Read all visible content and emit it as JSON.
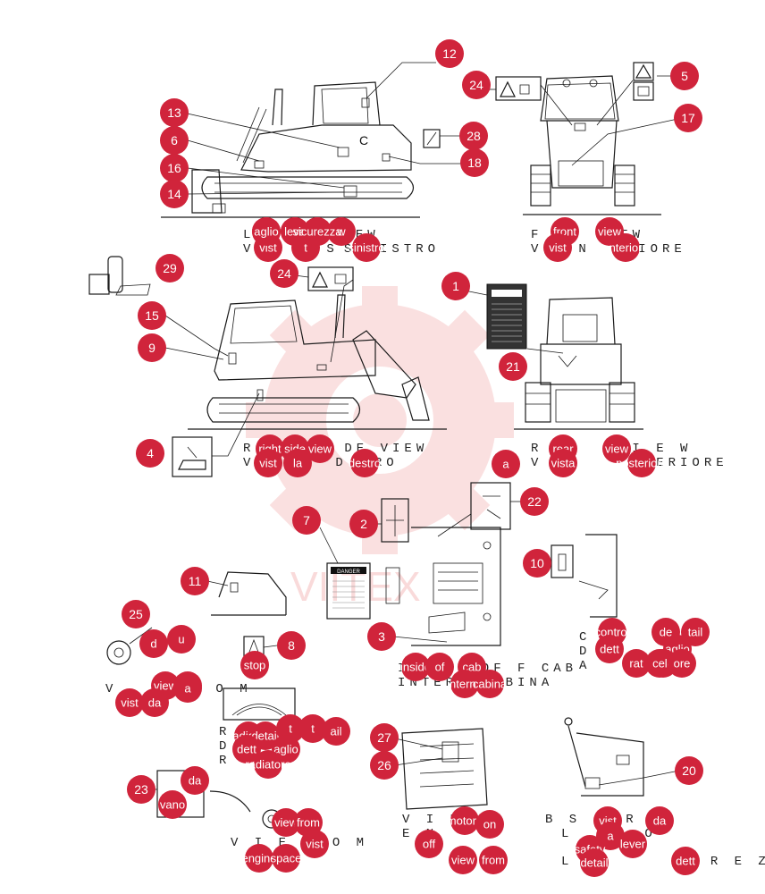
{
  "watermark": {
    "text": "VIITEX",
    "color": "#e85a5a"
  },
  "accent_color": "#d0243b",
  "captions": {
    "left_view": [
      "L",
      "T",
      "DE VIEW"
    ],
    "left_view_it": [
      "V",
      "S",
      "SINISTRO"
    ],
    "front_view": [
      "F",
      "VIEW"
    ],
    "front_view_it": [
      "V",
      "N",
      "RIORE"
    ],
    "right_view": [
      "R",
      "DE VIEW"
    ],
    "right_view_it": [
      "V",
      "D",
      "RO"
    ],
    "rear_view": [
      "R",
      "I E W"
    ],
    "rear_view_it": [
      "V",
      "STERIORE"
    ],
    "cab": "INSIDE OF F CAB",
    "cab_it": "INTERN CABINA",
    "controls": [
      "C",
      "O",
      "D",
      "A"
    ],
    "view_from_1": [
      "V",
      "O M"
    ],
    "radiator": [
      "R",
      "D",
      "R",
      "O"
    ],
    "view_from_2": [
      "V I E W",
      "O M"
    ],
    "engine": [
      "E N",
      "P"
    ],
    "levers": [
      "B S",
      "R",
      "L",
      "O",
      "L",
      "I",
      "R E Z Z"
    ]
  },
  "callouts": [
    "12",
    "24",
    "5",
    "13",
    "6",
    "28",
    "16",
    "18",
    "14",
    "17",
    "29",
    "24",
    "1",
    "15",
    "9",
    "21",
    "4",
    "7",
    "2",
    "22",
    "11",
    "10",
    "3",
    "25",
    "8",
    "27",
    "26",
    "20",
    "23"
  ],
  "overlay_labels": [
    "left",
    "side",
    "vie",
    "w",
    "vist",
    "t",
    "sinistro",
    "front",
    "view",
    "vist",
    "anteriore",
    "right",
    "side",
    "view",
    "vist",
    "la",
    "destro",
    "rear",
    "view",
    "vista",
    "posteriore",
    "a",
    "inside",
    "of",
    "cab",
    "interno",
    "cabina",
    "control",
    "de",
    "tail",
    "dett",
    "aglio",
    "ace",
    "cele",
    "rat",
    "ore",
    "d",
    "u",
    "view",
    "from",
    "vist",
    "da",
    "a",
    "stop",
    "radiator",
    "detail",
    "t",
    "t",
    "ail",
    "dett",
    "aglio",
    "radiatore",
    "view",
    "from",
    "engine",
    "space",
    "vist",
    "da",
    "vano",
    "motore",
    "on",
    "off",
    "view",
    "from",
    "vist",
    "da",
    "a",
    "safety",
    "lever",
    "detail",
    "dett",
    "aglio",
    "leva",
    "sicurezza"
  ],
  "decal_texts": {
    "danger": "DANGER"
  }
}
